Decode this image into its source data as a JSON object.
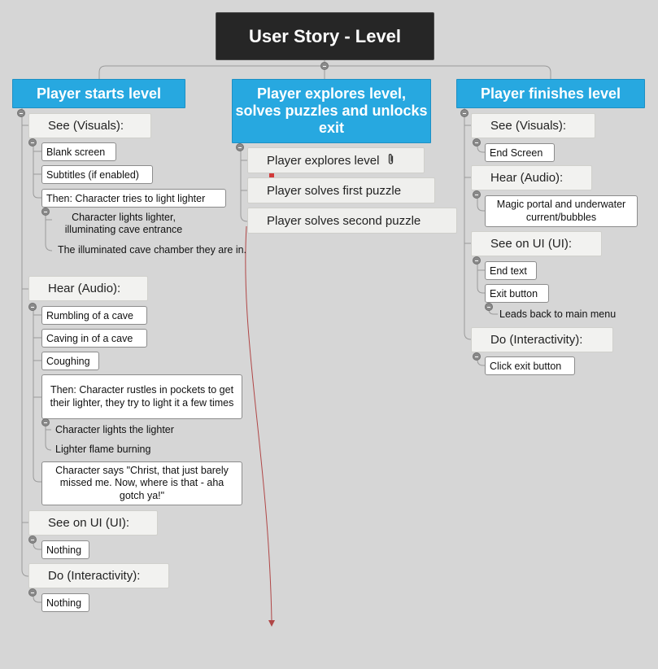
{
  "root": {
    "title": "User Story  - Level"
  },
  "branches": {
    "start": {
      "title": "Player starts level",
      "see": {
        "label": "See (Visuals):",
        "items": [
          "Blank screen",
          "Subtitles (if enabled)",
          "Then: Character tries to light lighter"
        ],
        "sub": [
          "Character lights lighter, illuminating cave entrance",
          "The illuminated cave chamber they are in."
        ]
      },
      "hear": {
        "label": "Hear (Audio):",
        "items": [
          "Rumbling of a cave",
          "Caving in of a cave",
          "Coughing",
          "Then: Character rustles in pockets to get their lighter, they try to light it a few times"
        ],
        "sub": [
          "Character lights the lighter",
          "Lighter flame burning"
        ],
        "quote": "Character says \"Christ, that just barely missed me. Now, where is that - aha gotch ya!\""
      },
      "ui": {
        "label": "See on UI (UI):",
        "items": [
          "Nothing"
        ]
      },
      "do": {
        "label": "Do (Interactivity):",
        "items": [
          "Nothing"
        ]
      }
    },
    "explore": {
      "title": "Player explores level, solves puzzles and unlocks exit",
      "items": [
        "Player explores level",
        "Player solves first puzzle",
        "Player solves second puzzle"
      ]
    },
    "finish": {
      "title": "Player finishes level",
      "see": {
        "label": "See (Visuals):",
        "items": [
          "End Screen"
        ]
      },
      "hear": {
        "label": "Hear (Audio):",
        "items": [
          "Magic portal and underwater current/bubbles"
        ]
      },
      "ui": {
        "label": "See on UI (UI):",
        "items": [
          "End text",
          "Exit button"
        ],
        "sub": [
          "Leads back to main menu"
        ]
      },
      "do": {
        "label": "Do (Interactivity):",
        "items": [
          "Click exit button"
        ]
      }
    }
  },
  "colors": {
    "main_topic": "#27a8e0",
    "root": "#262626",
    "background": "#d6d6d6",
    "relationship": "#b04646"
  },
  "icons": {
    "attachment": "paperclip-icon",
    "collapse": "collapse-toggle-icon"
  }
}
